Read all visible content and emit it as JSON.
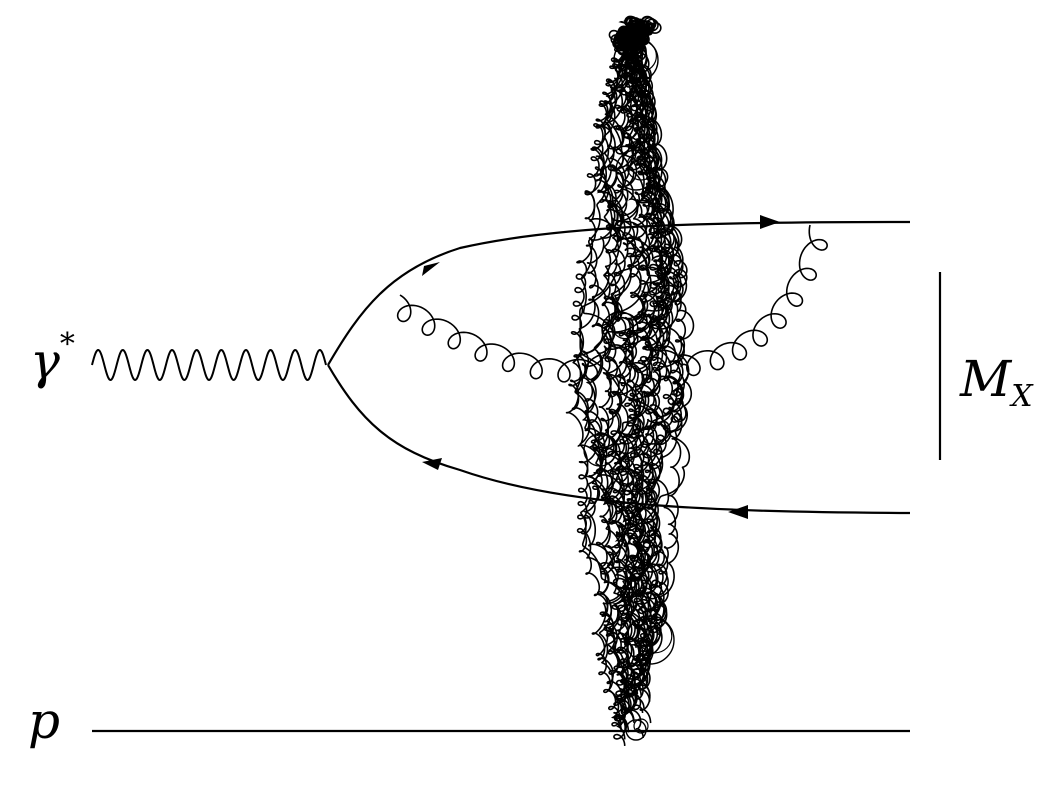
{
  "labels": {
    "photon": "γ",
    "photon_sup": "*",
    "mass": "M",
    "mass_sub": "X",
    "proton": "p"
  },
  "colors": {
    "ink": "#000000",
    "background": "#ffffff"
  }
}
